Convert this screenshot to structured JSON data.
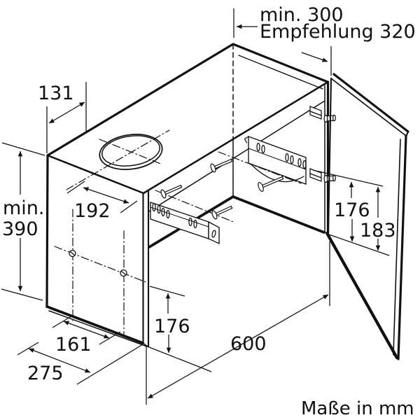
{
  "diagram": {
    "type": "installation-dimension-drawing",
    "units_note": "Maße in mm",
    "ink_color": "#111111",
    "dims": {
      "top_clearance_min": "min. 300",
      "top_clearance_recommended": "Empfehlung 320",
      "outlet_offset_side": "131",
      "outlet_offset_depth": "192",
      "niche_height_label": "min.",
      "niche_height_value": "390",
      "hinge_spacing": "176",
      "hinge_bottom_offset": "183",
      "hood_front_height": "176",
      "depth_body": "161",
      "depth_total": "275",
      "cabinet_width": "600"
    }
  }
}
